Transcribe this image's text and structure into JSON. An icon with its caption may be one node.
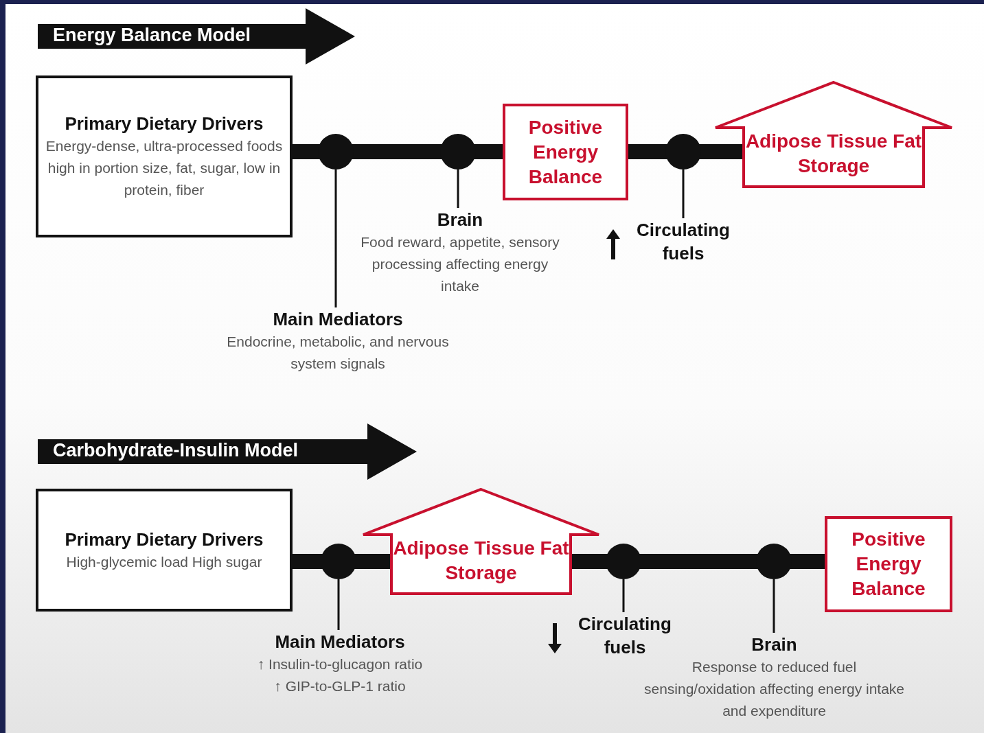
{
  "diagram": {
    "nodes": [
      {
        "text": [
          "Energy Balance Model"
        ]
      },
      {
        "text": [
          "Primary Dietary Drivers",
          "Energy-dense, ultra-processed foods high in portion size, fat, sugar, low in protein, fiber"
        ]
      },
      {
        "text": [],
        "shape": "circle"
      },
      {
        "text": [],
        "shape": "circle"
      },
      {
        "text": [
          "Positive Energy Balance"
        ]
      },
      {
        "text": [],
        "shape": "circle"
      },
      {
        "text": [
          "Adipose Tissue Fat Storage"
        ]
      },
      {
        "text": [
          "Brain",
          "Food reward, appetite, sensory processing affecting energy intake"
        ]
      },
      {
        "text": [
          "Circulating fuels"
        ]
      },
      {
        "text": [
          "Main Mediators",
          "Endocrine, metabolic, and nervous system signals"
        ]
      },
      {
        "text": [
          "Carbohydrate-Insulin Model"
        ]
      },
      {
        "text": [
          "Primary Dietary Drivers",
          "High-glycemic load High sugar"
        ]
      },
      {
        "text": [],
        "shape": "circle"
      },
      {
        "text": [
          "Adipose Tissue Fat Storage"
        ]
      },
      {
        "text": [],
        "shape": "circle"
      },
      {
        "text": [],
        "shape": "circle"
      },
      {
        "text": [
          "Positive Energy Balance"
        ]
      },
      {
        "text": [
          "Main Mediators",
          "↑ Insulin-to-glucagon ratio",
          "↑ GIP-to-GLP-1 ratio"
        ]
      },
      {
        "text": [
          "Circulating fuels"
        ]
      },
      {
        "text": [
          "Brain",
          "Response to reduced fuel sensing/oxidation affecting energy intake and expenditure"
        ]
      }
    ],
    "edges": [
      {
        "from": 1,
        "to": 2,
        "arrow": "none"
      },
      {
        "from": 2,
        "to": 3,
        "arrow": "none"
      },
      {
        "from": 3,
        "to": 4,
        "arrow": "none"
      },
      {
        "from": 4,
        "to": 5,
        "arrow": "none"
      },
      {
        "from": 5,
        "to": 6,
        "arrow": "none"
      },
      {
        "from": 2,
        "to": 9,
        "arrow": "none"
      },
      {
        "from": 3,
        "to": 7,
        "arrow": "none"
      },
      {
        "from": 5,
        "to": 8,
        "arrow": "none"
      },
      {
        "from": 11,
        "to": 12,
        "arrow": "none"
      },
      {
        "from": 12,
        "to": 13,
        "arrow": "none"
      },
      {
        "from": 13,
        "to": 14,
        "arrow": "none"
      },
      {
        "from": 14,
        "to": 15,
        "arrow": "none"
      },
      {
        "from": 15,
        "to": 16,
        "arrow": "none"
      },
      {
        "from": 12,
        "to": 17,
        "arrow": "none"
      },
      {
        "from": 14,
        "to": 18,
        "arrow": "none"
      },
      {
        "from": 15,
        "to": 19,
        "arrow": "none"
      }
    ]
  }
}
